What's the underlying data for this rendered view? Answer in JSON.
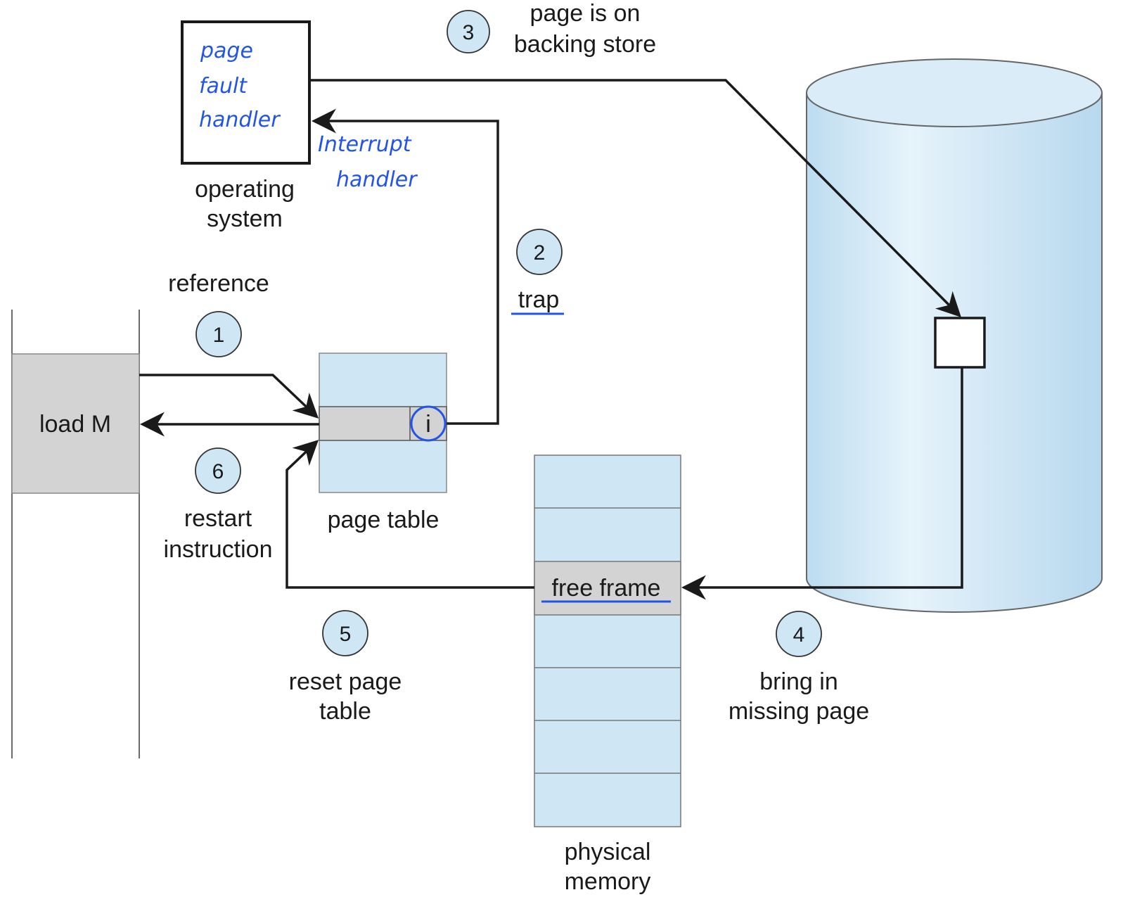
{
  "colors": {
    "light_blue": "#cfe6f5",
    "gray_fill": "#d3d3d3",
    "annotation_blue": "#2255e6",
    "line": "#1a1a1a"
  },
  "operating_system": {
    "label_line1": "operating",
    "label_line2": "system",
    "annotation_line1": "page",
    "annotation_line2": "fault",
    "annotation_line3": "handler"
  },
  "interrupt_annotation": {
    "line1": "Interrupt",
    "line2": "handler"
  },
  "program": {
    "instruction": "load M"
  },
  "page_table": {
    "label": "page table",
    "invalid_bit": "i"
  },
  "physical_memory": {
    "label_line1": "physical",
    "label_line2": "memory",
    "free_frame_label": "free frame"
  },
  "steps": [
    {
      "number": "1",
      "line1": "reference",
      "line2": ""
    },
    {
      "number": "2",
      "line1": "trap",
      "line2": ""
    },
    {
      "number": "3",
      "line1": "page is on",
      "line2": "backing store"
    },
    {
      "number": "4",
      "line1": "bring in",
      "line2": "missing page"
    },
    {
      "number": "5",
      "line1": "reset page",
      "line2": "table"
    },
    {
      "number": "6",
      "line1": "restart",
      "line2": "instruction"
    }
  ]
}
